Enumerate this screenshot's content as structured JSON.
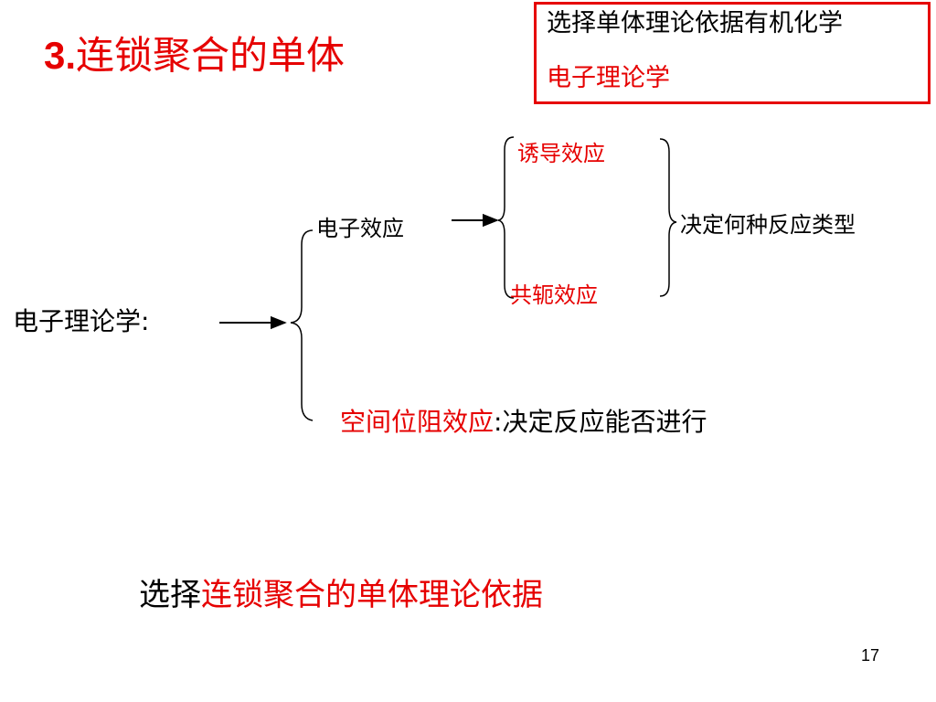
{
  "slide": {
    "title_number": "3.",
    "title_text": "连锁聚合的单体",
    "page_number": "17"
  },
  "top_box": {
    "line1": "选择单体理论依据有机化学",
    "line2": "电子理论学"
  },
  "diagram": {
    "root_label": "电子理论学:",
    "electron_effect": "电子效应",
    "inductive_effect": "诱导效应",
    "conjugation_effect": "共轭效应",
    "reaction_type": "决定何种反应类型",
    "steric_effect": "空间位阻效应",
    "steric_colon": ":",
    "steric_result": "决定反应能否进行"
  },
  "bottom": {
    "prefix": "选择",
    "highlight": "连锁聚合的单体理论依据"
  },
  "colors": {
    "accent": "#e60000",
    "text": "#000000",
    "background": "#ffffff"
  }
}
